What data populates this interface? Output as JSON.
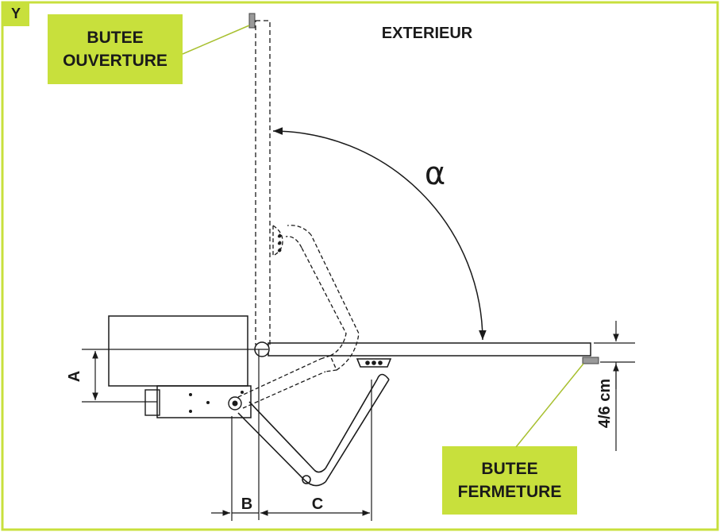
{
  "corner_label": "Y",
  "stops": {
    "opening": {
      "line1": "BUTEE",
      "line2": "OUVERTURE"
    },
    "closing": {
      "line1": "BUTEE",
      "line2": "FERMETURE"
    }
  },
  "side_label": "EXTERIEUR",
  "angle_symbol": "α",
  "dimensions": {
    "a": "A",
    "b": "B",
    "c": "C",
    "gap": "4/6 cm"
  },
  "colors": {
    "accent": "#c8e03c",
    "line": "#1a1a1a"
  }
}
